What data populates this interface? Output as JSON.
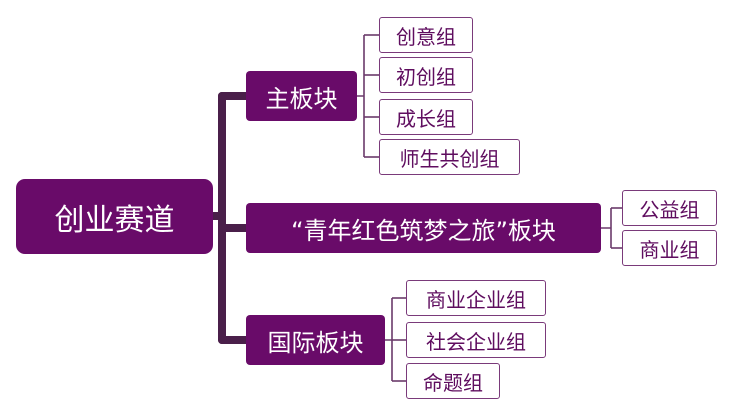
{
  "diagram": {
    "root": {
      "label": "创业赛道"
    },
    "branches": [
      {
        "label": "主板块",
        "children": [
          "创意组",
          "初创组",
          "成长组",
          "师生共创组"
        ]
      },
      {
        "label": "“青年红色筑梦之旅”板块",
        "children": [
          "公益组",
          "商业组"
        ]
      },
      {
        "label": "国际板块",
        "children": [
          "商业企业组",
          "社会企业组",
          "命题组"
        ]
      }
    ]
  },
  "colors": {
    "node_fill": "#690b69",
    "trunk_line": "#4a1f4a",
    "leaf_border": "#7a3a7a",
    "leaf_text": "#5f0d5f"
  }
}
